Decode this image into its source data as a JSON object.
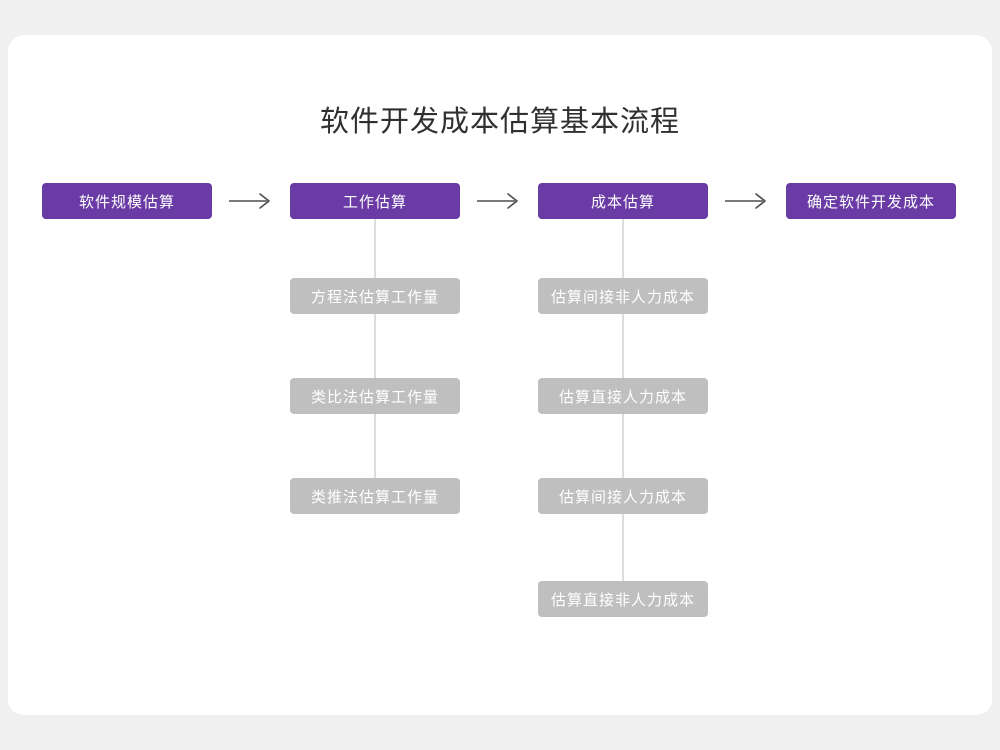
{
  "title": "软件开发成本估算基本流程",
  "nodes": [
    "软件规模估算",
    "工作估算",
    "成本估算",
    "确定软件开发成本"
  ],
  "work_methods": [
    "方程法估算工作量",
    "类比法估算工作量",
    "类推法估算工作量"
  ],
  "cost_items": [
    "估算间接非人力成本",
    "估算直接人力成本",
    "估算间接人力成本",
    "估算直接非人力成本"
  ],
  "colors": {
    "primary": "#6a3aa5",
    "secondary": "#bfbfbf",
    "background": "#f0f0f1",
    "card": "#ffffff",
    "arrow": "#4d4d4d",
    "connector": "#dcdcdc",
    "title": "#303030"
  }
}
